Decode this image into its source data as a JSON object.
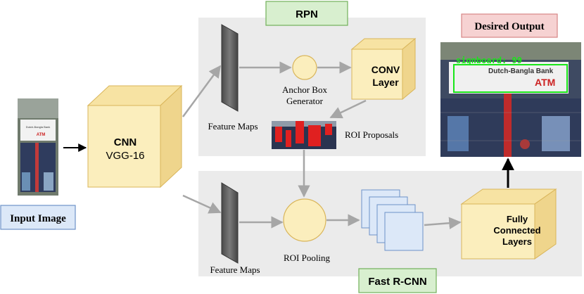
{
  "input": {
    "label": "Input Image"
  },
  "cnn": {
    "title": "CNN",
    "subtitle": "VGG-16"
  },
  "rpn": {
    "label": "RPN",
    "feature_maps_label": "Feature Maps",
    "anchor_label_line1": "Anchor Box",
    "anchor_label_line2": "Generator",
    "conv_line1": "CONV",
    "conv_line2": "Layer",
    "roi_proposals_label": "ROI Proposals"
  },
  "fast_rcnn": {
    "label": "Fast R-CNN",
    "feature_maps_label": "Feature Maps",
    "roi_pooling_label": "ROI Pooling",
    "fc_line1": "Fully",
    "fc_line2": "Connected",
    "fc_line3": "Layers"
  },
  "output": {
    "label": "Desired Output",
    "detection_label": "signboard: 99",
    "sign_text": "Dutch-Bangla Bank",
    "sign_atm": "ATM"
  },
  "input_sign": {
    "line1": "Dutch-Bangla Bank",
    "line2": "ATM"
  },
  "colors": {
    "panel": "#ebebeb",
    "box_face": "#fbeebd",
    "box_stroke": "#d9b55a",
    "blue_box": "#dce8f8",
    "blue_stroke": "#6d92c8",
    "green_box": "#d8efcf",
    "green_stroke": "#72b05a",
    "pink_box": "#f6d2d2",
    "pink_stroke": "#d78686",
    "arrow_gray": "#a6a6a6",
    "detection_green": "#19e619",
    "roi_red": "#e02020"
  }
}
